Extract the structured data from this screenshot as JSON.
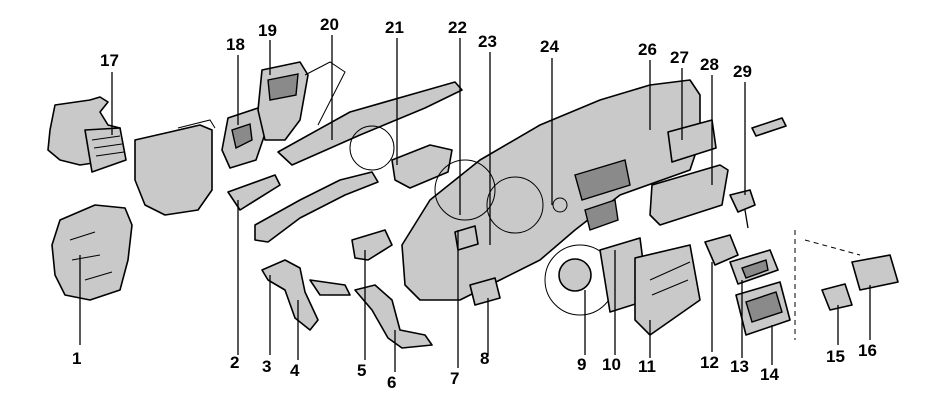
{
  "diagram": {
    "callouts": [
      "1",
      "2",
      "3",
      "4",
      "5",
      "6",
      "7",
      "8",
      "9",
      "10",
      "11",
      "12",
      "13",
      "14",
      "15",
      "16",
      "17",
      "18",
      "19",
      "20",
      "21",
      "22",
      "23",
      "24",
      "26",
      "27",
      "28",
      "29"
    ]
  }
}
